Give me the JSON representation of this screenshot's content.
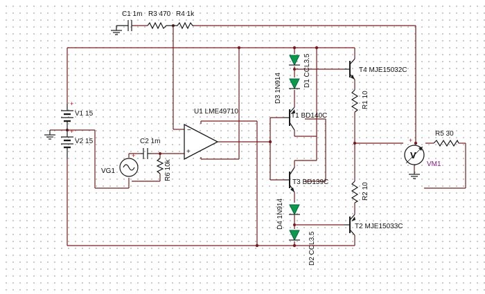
{
  "schematic": {
    "components": {
      "c1": "C1 1m",
      "r3": "R3 470",
      "r4": "R4 1k",
      "v1": "V1 15",
      "v2": "V2 15",
      "u1": "U1 LME49710",
      "c2": "C2 1m",
      "vg1": "VG1",
      "r6": "R6 10k",
      "d3": "D3 1N914",
      "d1": "D1 CCL3.5",
      "t1": "T1 BD140C",
      "t3": "T3 BD139C",
      "d4": "D4 1N914",
      "d2": "D2 CCL3.5",
      "t4": "T4 MJE15032C",
      "r1": "R1 10",
      "r2": "R2 10",
      "t2": "T2 MJE15033C",
      "r5": "R5 30",
      "vm1": "VM1"
    },
    "pin_marks": {
      "plus": "+",
      "minus": "−",
      "meter": "V"
    },
    "colors": {
      "wire": "#7a1a1a",
      "component": "#1a1a1a",
      "diode": "#0a9a4a",
      "meter_label": "#8a1a8a"
    }
  }
}
